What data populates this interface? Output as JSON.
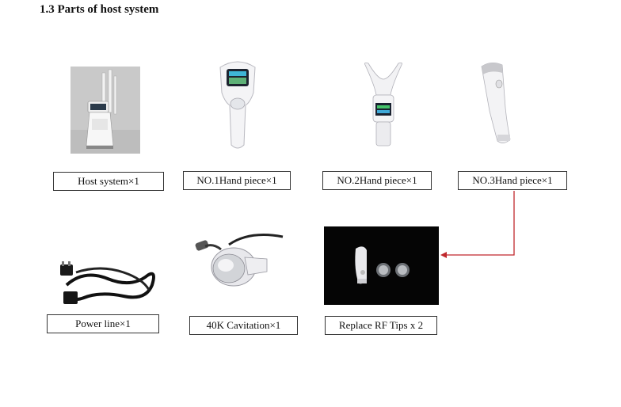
{
  "heading": "1.3 Parts of host system",
  "parts": [
    {
      "name": "host-system",
      "label": "Host system×1"
    },
    {
      "name": "hand-piece-1",
      "label": "NO.1Hand piece×1"
    },
    {
      "name": "hand-piece-2",
      "label": "NO.2Hand piece×1"
    },
    {
      "name": "hand-piece-3",
      "label": "NO.3Hand piece×1"
    },
    {
      "name": "power-line",
      "label": "Power line×1"
    },
    {
      "name": "cavitation",
      "label": "40K Cavitation×1"
    },
    {
      "name": "rf-tips",
      "label": "Replace RF Tips x 2"
    }
  ],
  "colors": {
    "arrow": "#c0282d",
    "photo_bg_dark": "#050505"
  }
}
